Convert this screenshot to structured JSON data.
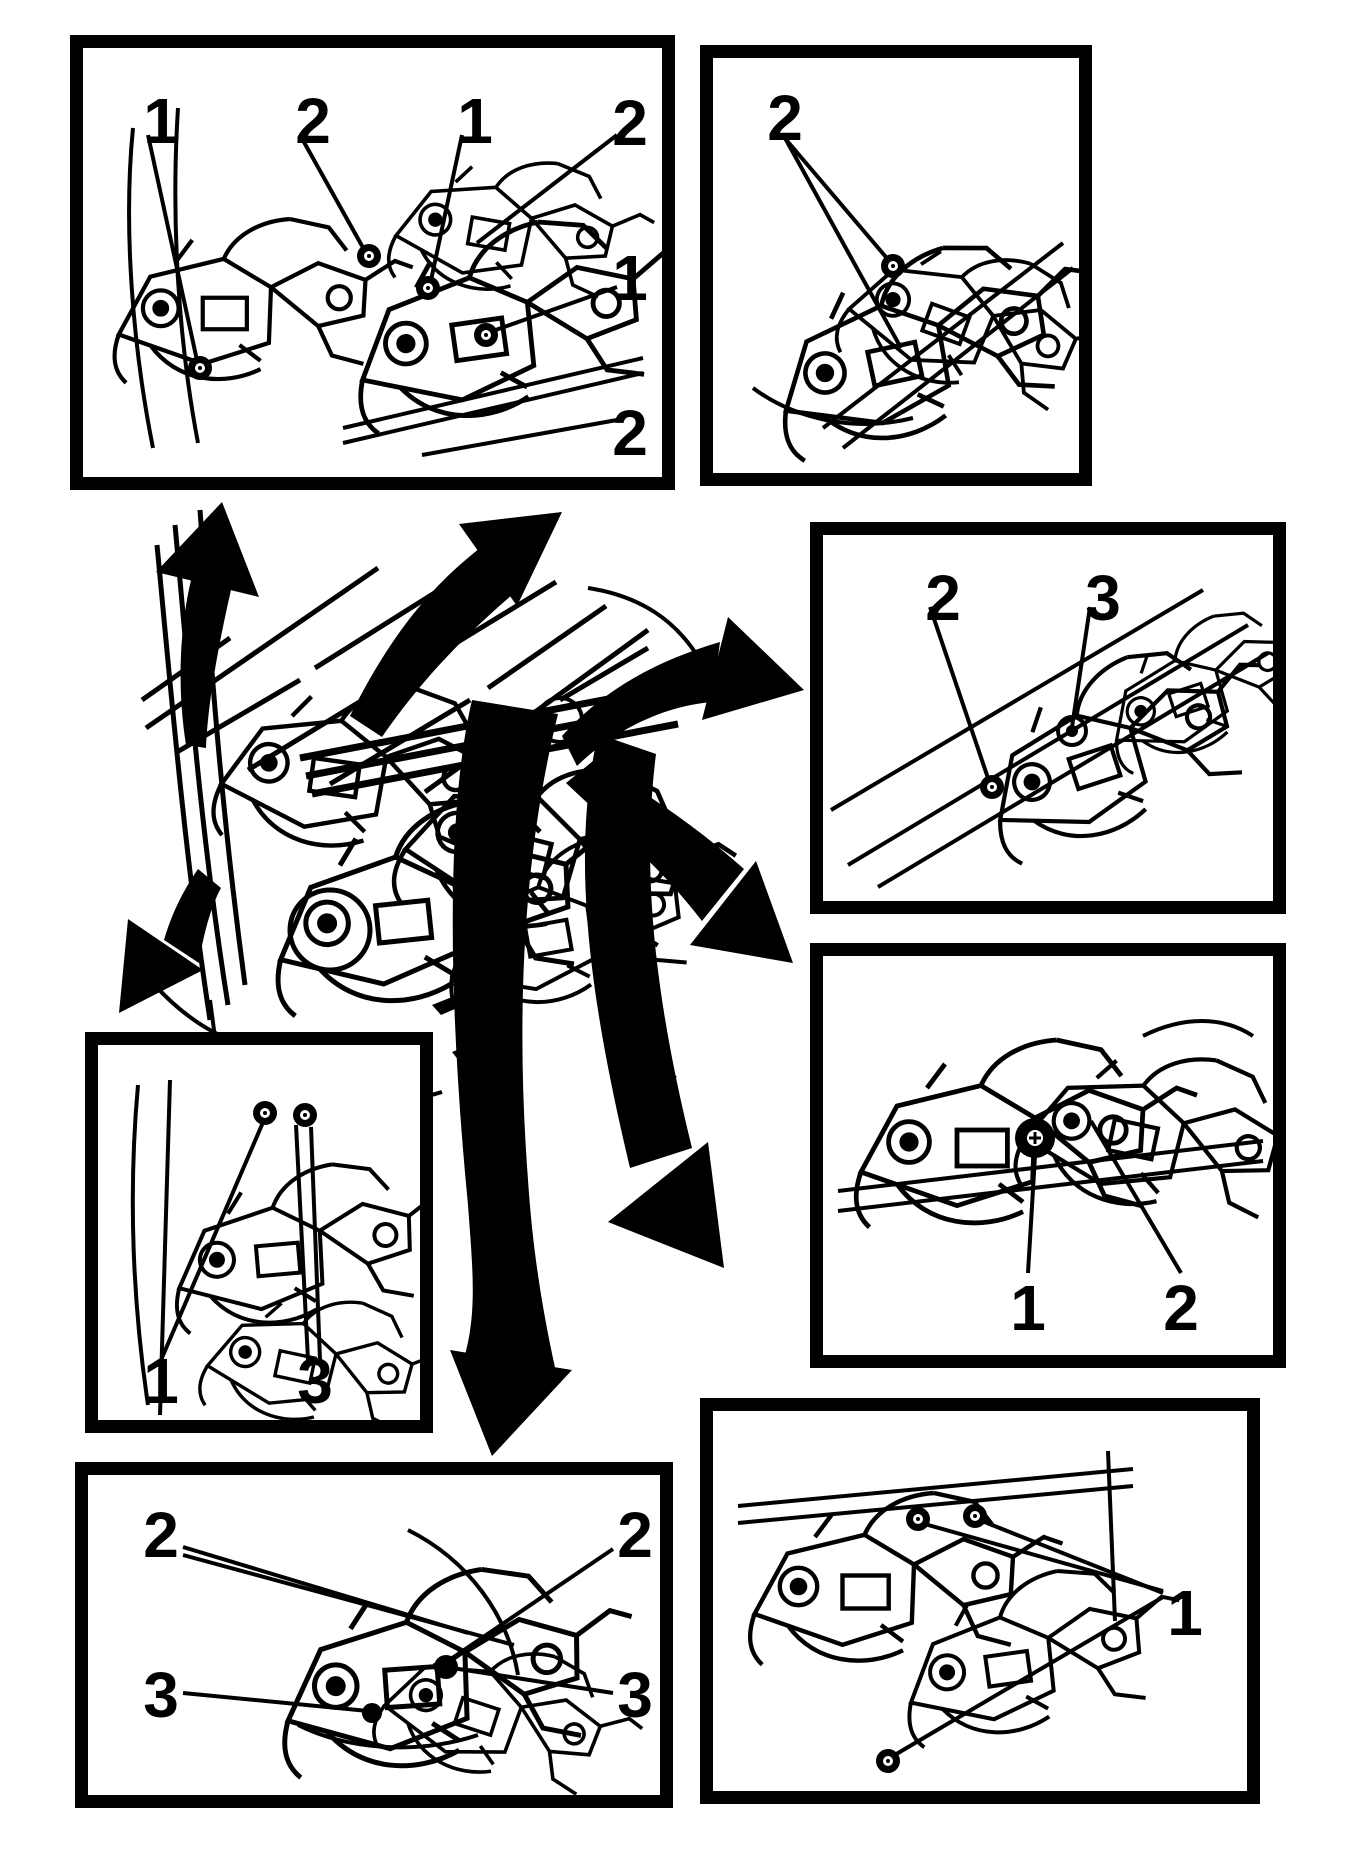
{
  "figure": {
    "kind": "engine-compartment component location diagram",
    "colors": {
      "ink": "#000000",
      "paper": "#ffffff"
    }
  },
  "panels": {
    "top_left": {
      "callouts": [
        {
          "label": "1"
        },
        {
          "label": "2"
        },
        {
          "label": "1"
        },
        {
          "label": "2"
        },
        {
          "label": "1"
        },
        {
          "label": "2"
        }
      ]
    },
    "top_right": {
      "callouts": [
        {
          "label": "2"
        }
      ]
    },
    "mid_right_upper": {
      "callouts": [
        {
          "label": "2"
        },
        {
          "label": "3"
        }
      ]
    },
    "mid_right_lower": {
      "callouts": [
        {
          "label": "1"
        },
        {
          "label": "2"
        }
      ]
    },
    "mid_left": {
      "callouts": [
        {
          "label": "1"
        },
        {
          "label": "3"
        }
      ]
    },
    "bottom_left": {
      "callouts": [
        {
          "label": "2"
        },
        {
          "label": "2"
        },
        {
          "label": "3"
        },
        {
          "label": "3"
        }
      ]
    },
    "bottom_right": {
      "callouts": [
        {
          "label": "1"
        }
      ]
    }
  },
  "arrows": [
    {
      "name": "arrow-to-top-left-panel"
    },
    {
      "name": "arrow-to-top-right-panel"
    },
    {
      "name": "arrow-to-mid-right-upper-panel"
    },
    {
      "name": "arrow-to-mid-right-lower-panel"
    },
    {
      "name": "arrow-to-mid-left-panel"
    },
    {
      "name": "arrow-to-bottom-left-panel"
    },
    {
      "name": "arrow-to-bottom-right-panel"
    }
  ]
}
